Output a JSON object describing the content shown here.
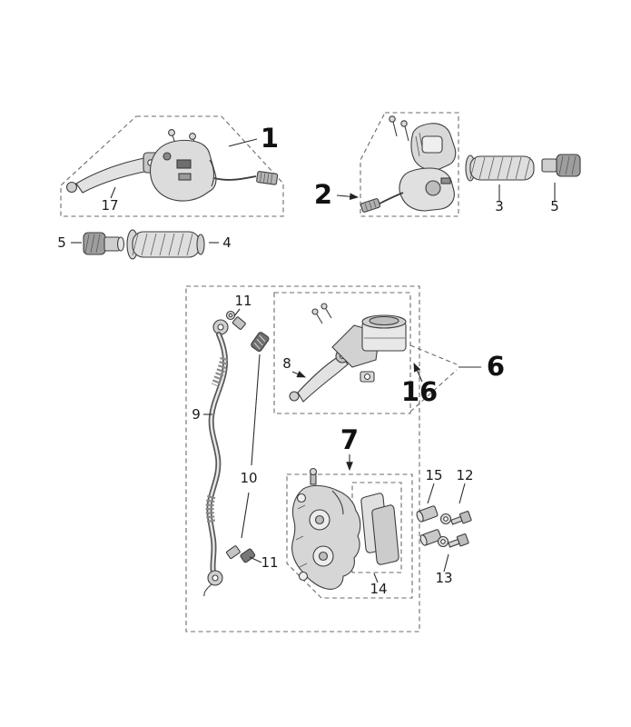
{
  "diagram": {
    "callouts": {
      "c1": "1",
      "c2": "2",
      "c3": "3",
      "c4": "4",
      "c5_left": "5",
      "c5_right": "5",
      "c6": "6",
      "c7": "7",
      "c8": "8",
      "c9": "9",
      "c10": "10",
      "c11_top": "11",
      "c11_bottom": "11",
      "c12": "12",
      "c13": "13",
      "c14": "14",
      "c15": "15",
      "c16": "16",
      "c17": "17"
    },
    "colors": {
      "background": "#ffffff",
      "line": "#3d3d3d",
      "dashed_outline": "#6b6b6b",
      "label_text": "#1a1a1a",
      "part_fill_light": "#e2e2e2",
      "part_fill_mid": "#c7c7c7",
      "part_fill_dark": "#6f6f6f"
    }
  }
}
